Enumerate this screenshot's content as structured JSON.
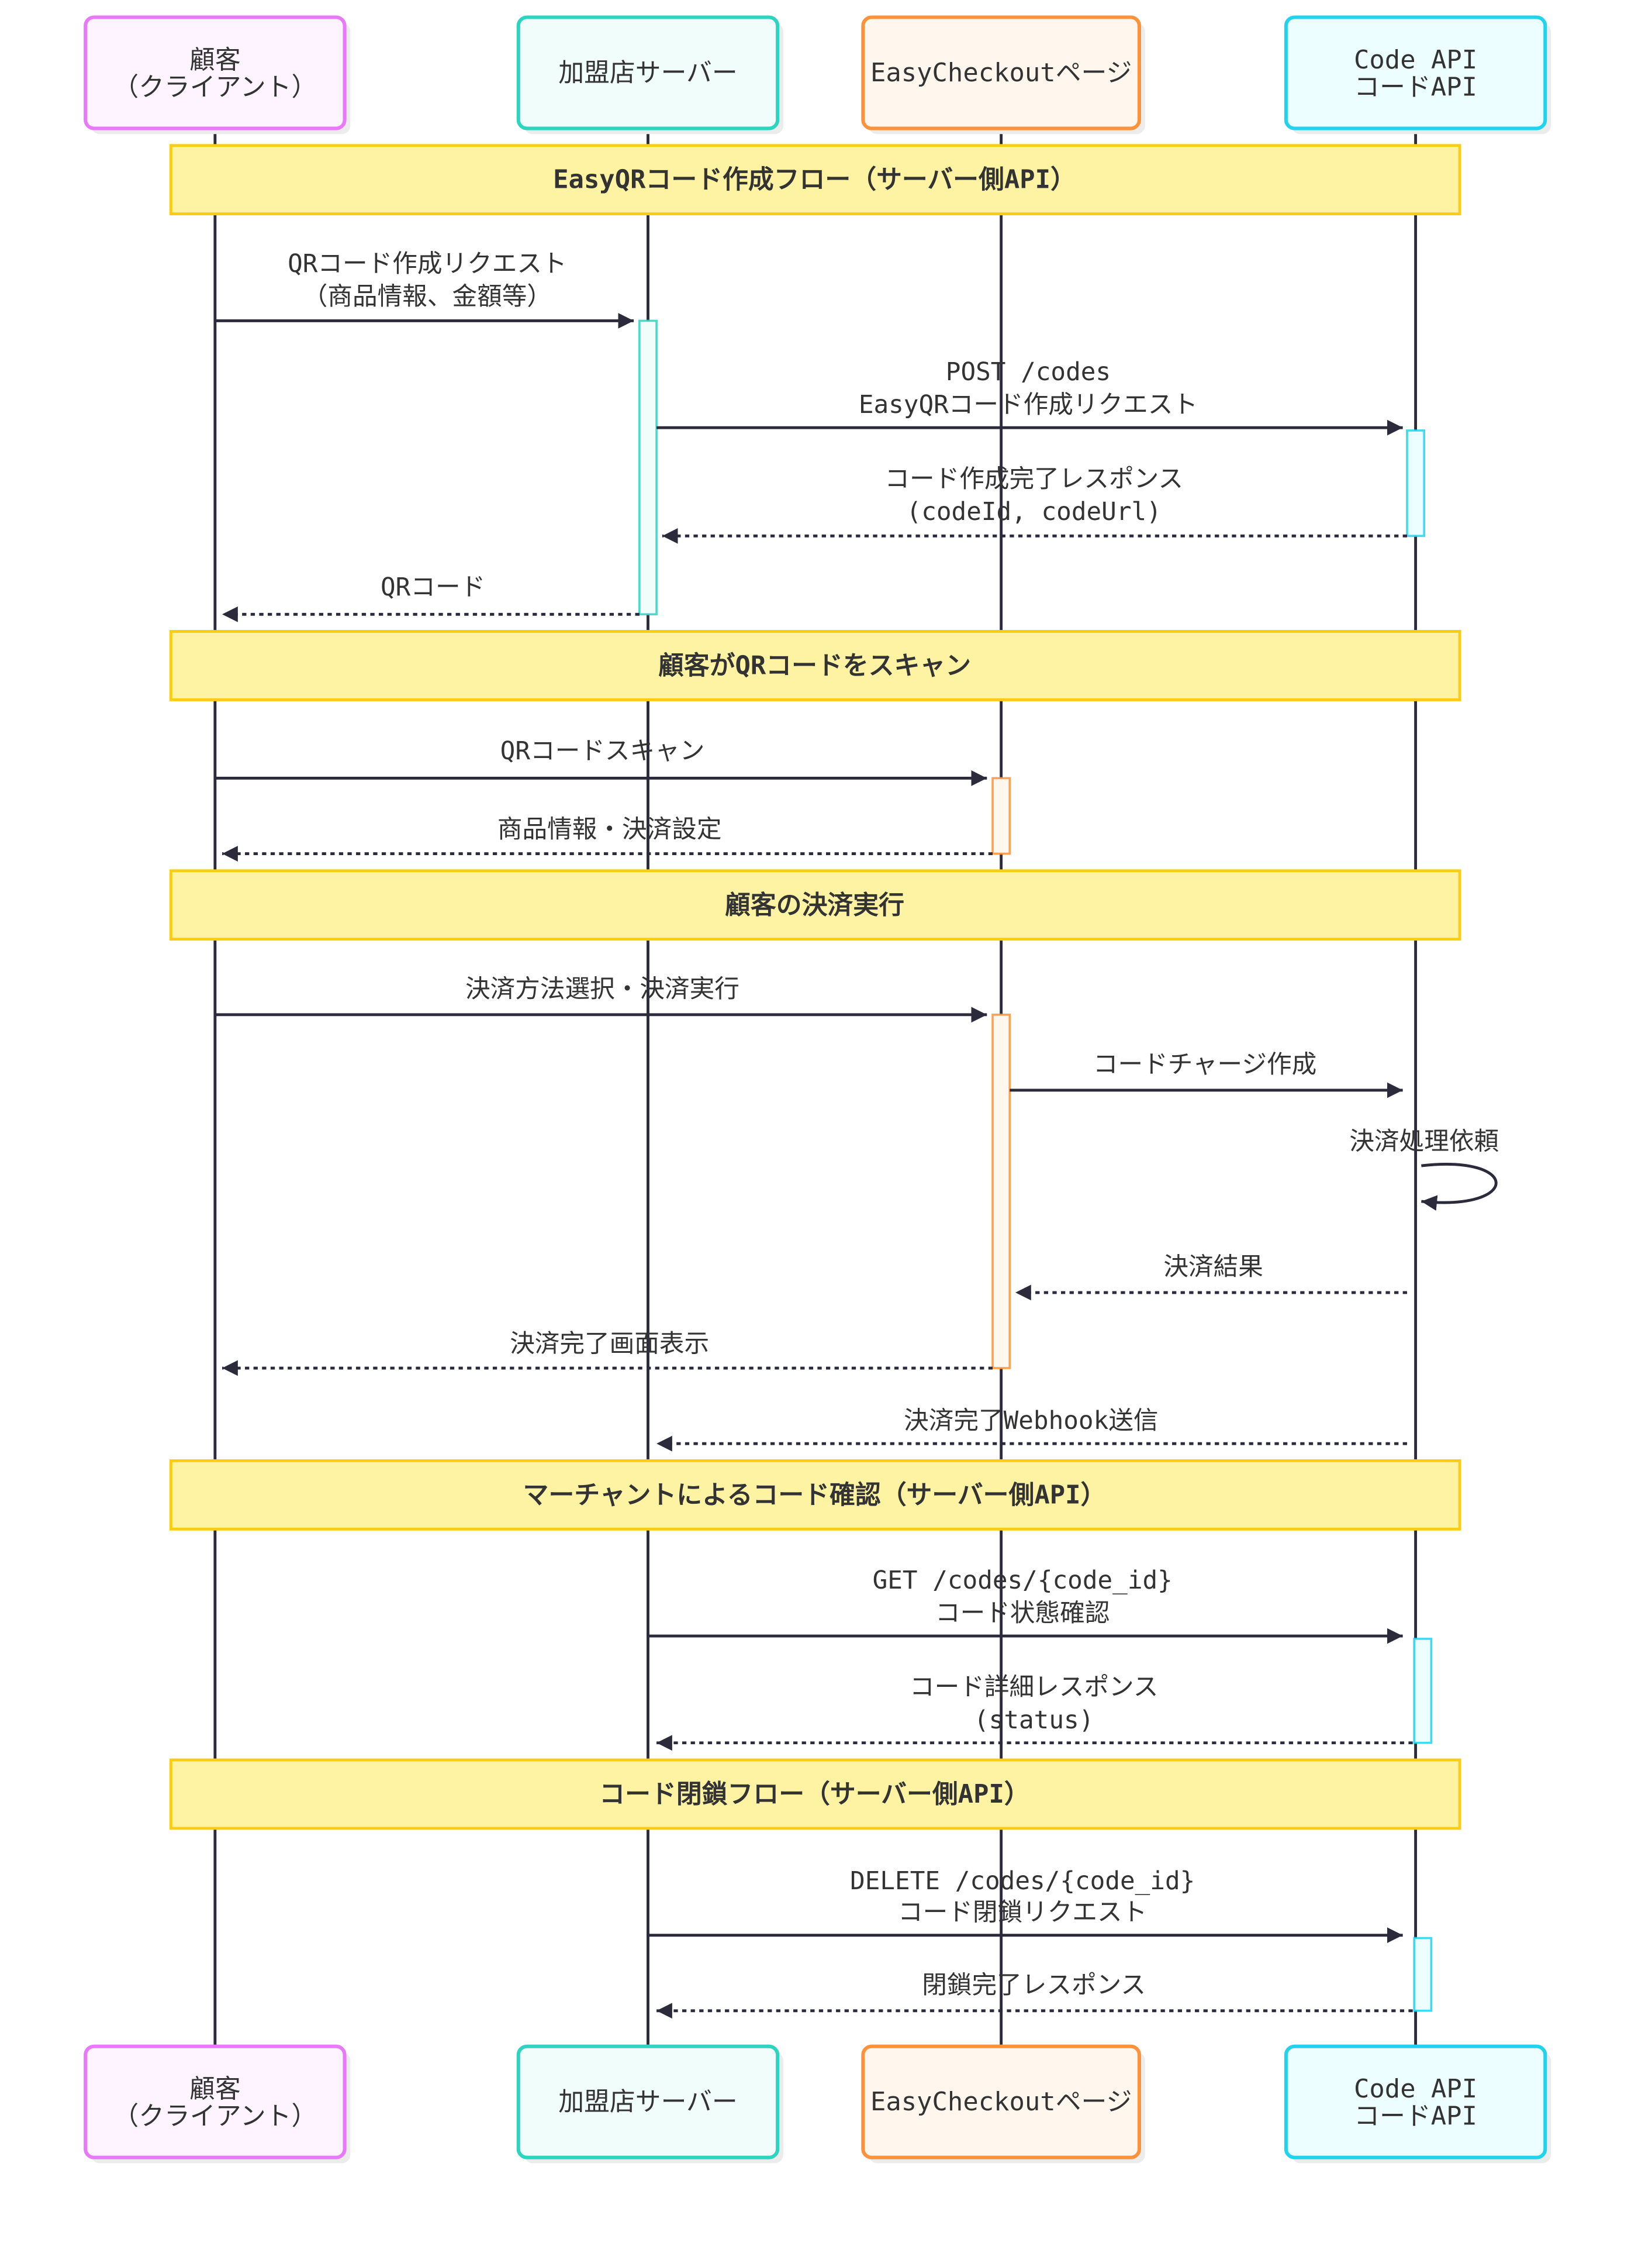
{
  "diagram": {
    "participants": [
      {
        "lines": [
          "顧客",
          "（クライアント）"
        ],
        "border": "#e879f9",
        "fill": "#fdf4ff"
      },
      {
        "lines": [
          "加盟店サーバー"
        ],
        "border": "#2dd4bf",
        "fill": "#f0fdfa"
      },
      {
        "lines": [
          "EasyCheckoutページ"
        ],
        "border": "#fb923c",
        "fill": "#fff7ed"
      },
      {
        "lines": [
          "Code API",
          "コードAPI"
        ],
        "border": "#22d3ee",
        "fill": "#ecfeff"
      }
    ],
    "notes": [
      "EasyQRコード作成フロー（サーバー側API）",
      "顧客がQRコードをスキャン",
      "顧客の決済実行",
      "マーチャントによるコード確認（サーバー側API）",
      "コード閉鎖フロー（サーバー側API）"
    ],
    "messages": [
      {
        "from": 0,
        "to": 1,
        "dashed": false,
        "lines": [
          "QRコード作成リクエスト",
          "（商品情報、金額等）"
        ]
      },
      {
        "from": 1,
        "to": 3,
        "dashed": false,
        "lines": [
          "POST /codes",
          "EasyQRコード作成リクエスト"
        ]
      },
      {
        "from": 3,
        "to": 1,
        "dashed": true,
        "lines": [
          "コード作成完了レスポンス",
          "(codeId, codeUrl)"
        ]
      },
      {
        "from": 1,
        "to": 0,
        "dashed": true,
        "lines": [
          "QRコード"
        ]
      },
      {
        "from": 0,
        "to": 2,
        "dashed": false,
        "lines": [
          "QRコードスキャン"
        ]
      },
      {
        "from": 2,
        "to": 0,
        "dashed": true,
        "lines": [
          "商品情報・決済設定"
        ]
      },
      {
        "from": 0,
        "to": 2,
        "dashed": false,
        "lines": [
          "決済方法選択・決済実行"
        ]
      },
      {
        "from": 2,
        "to": 3,
        "dashed": false,
        "lines": [
          "コードチャージ作成"
        ]
      },
      {
        "from": 3,
        "to": 3,
        "dashed": false,
        "lines": [
          "決済処理依頼"
        ]
      },
      {
        "from": 3,
        "to": 2,
        "dashed": true,
        "lines": [
          "決済結果"
        ]
      },
      {
        "from": 2,
        "to": 0,
        "dashed": true,
        "lines": [
          "決済完了画面表示"
        ]
      },
      {
        "from": 3,
        "to": 1,
        "dashed": true,
        "lines": [
          "決済完了Webhook送信"
        ]
      },
      {
        "from": 1,
        "to": 3,
        "dashed": false,
        "lines": [
          "GET /codes/{code_id}",
          "コード状態確認"
        ]
      },
      {
        "from": 3,
        "to": 1,
        "dashed": true,
        "lines": [
          "コード詳細レスポンス",
          "(status)"
        ]
      },
      {
        "from": 1,
        "to": 3,
        "dashed": false,
        "lines": [
          "DELETE /codes/{code_id}",
          "コード閉鎖リクエスト"
        ]
      },
      {
        "from": 3,
        "to": 1,
        "dashed": true,
        "lines": [
          "閉鎖完了レスポンス"
        ]
      }
    ]
  },
  "colors": {
    "line": "#2b2b3b",
    "note_fill": "#fef3a3",
    "note_border": "#facc15"
  }
}
